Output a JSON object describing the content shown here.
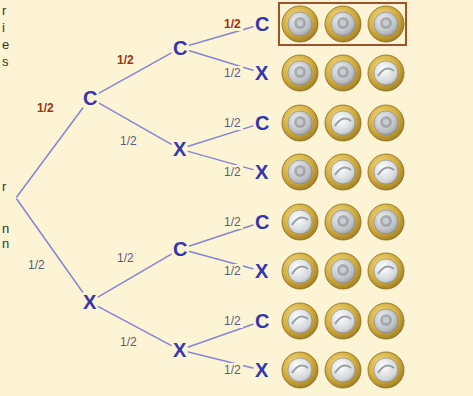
{
  "diagram": {
    "nodes": [
      {
        "text": []
      },
      {
        "text": [
          "C"
        ]
      },
      {
        "text": [
          "C"
        ]
      },
      {
        "text": [
          "C"
        ]
      },
      {
        "text": [
          "X"
        ]
      },
      {
        "text": [
          "X"
        ]
      },
      {
        "text": [
          "C"
        ]
      },
      {
        "text": [
          "X"
        ]
      },
      {
        "text": [
          "X"
        ]
      },
      {
        "text": [
          "C"
        ]
      },
      {
        "text": [
          "C"
        ]
      },
      {
        "text": [
          "X"
        ]
      },
      {
        "text": [
          "X"
        ]
      },
      {
        "text": [
          "C"
        ]
      },
      {
        "text": [
          "X"
        ]
      }
    ],
    "edges": [
      {
        "from": 0,
        "to": 1,
        "arrow": "none",
        "label": "1/2"
      },
      {
        "from": 1,
        "to": 2,
        "arrow": "none",
        "label": "1/2"
      },
      {
        "from": 2,
        "to": 3,
        "arrow": "none",
        "label": "1/2"
      },
      {
        "from": 2,
        "to": 4,
        "arrow": "none",
        "label": "1/2"
      },
      {
        "from": 1,
        "to": 5,
        "arrow": "none",
        "label": "1/2"
      },
      {
        "from": 5,
        "to": 6,
        "arrow": "none",
        "label": "1/2"
      },
      {
        "from": 5,
        "to": 7,
        "arrow": "none",
        "label": "1/2"
      },
      {
        "from": 0,
        "to": 8,
        "arrow": "none",
        "label": "1/2"
      },
      {
        "from": 8,
        "to": 9,
        "arrow": "none",
        "label": "1/2"
      },
      {
        "from": 9,
        "to": 10,
        "arrow": "none",
        "label": "1/2"
      },
      {
        "from": 9,
        "to": 11,
        "arrow": "none",
        "label": "1/2"
      },
      {
        "from": 8,
        "to": 12,
        "arrow": "none",
        "label": "1/2"
      },
      {
        "from": 12,
        "to": 13,
        "arrow": "none",
        "label": "1/2"
      },
      {
        "from": 12,
        "to": 14,
        "arrow": "none",
        "label": "1/2"
      }
    ],
    "labels": [
      "r",
      "i",
      "e",
      "s",
      "r",
      "n",
      "n"
    ]
  }
}
